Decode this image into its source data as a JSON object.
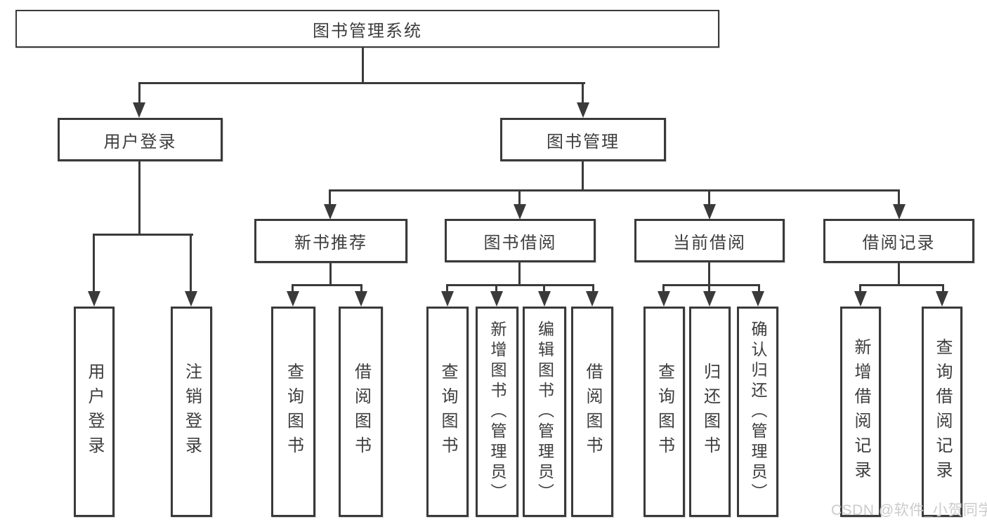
{
  "diagram_type": "hierarchy-tree",
  "colors": {
    "line": "#3a3a3a",
    "text": "#3d3d3d",
    "box_background": "#ffffff",
    "watermark": "#cbcbcb"
  },
  "nodes": {
    "root": "图书管理系统",
    "user_login": "用户登录",
    "book_management": "图书管理",
    "new_book_recommend": "新书推荐",
    "book_borrow": "图书借阅",
    "current_borrow": "当前借阅",
    "borrow_record": "借阅记录",
    "leaf_user_login": "用户登录",
    "leaf_logout": "注销登录",
    "leaf_nb_query_books": "查询图书",
    "leaf_nb_borrow_books": "借阅图书",
    "leaf_bb_query_books": "查询图书",
    "leaf_bb_add_books_admin": "新增图书（管理员）",
    "leaf_bb_edit_books_admin": "编辑图书（管理员）",
    "leaf_bb_borrow_books": "借阅图书",
    "leaf_cb_query_books": "查询图书",
    "leaf_cb_return_books": "归还图书",
    "leaf_cb_confirm_return_admin": "确认归还（管理员）",
    "leaf_br_add_record": "新增借阅记录",
    "leaf_br_query_record": "查询借阅记录"
  },
  "watermark": "CSDN @软件_小贺同学"
}
